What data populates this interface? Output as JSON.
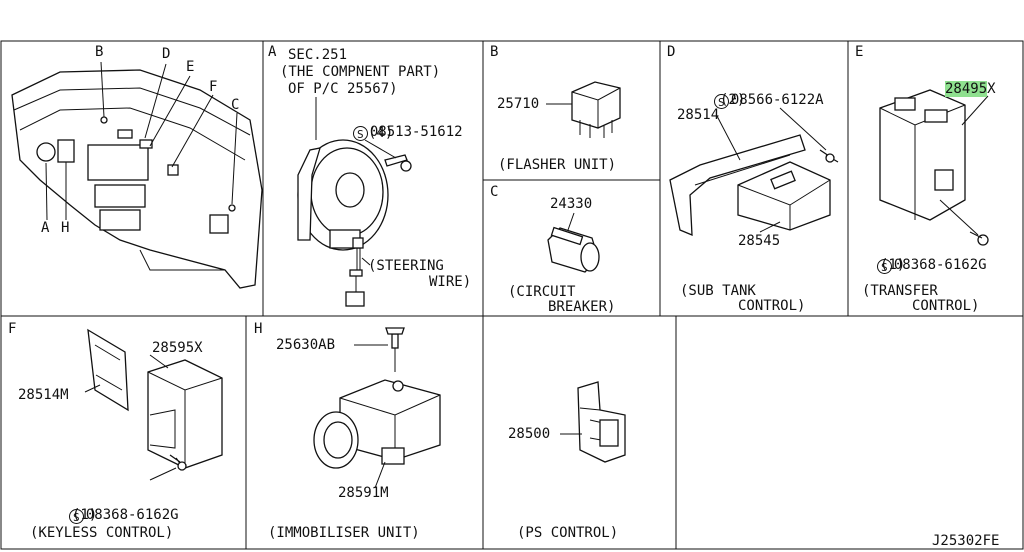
{
  "panels": {
    "overview": {
      "letters": [
        "B",
        "D",
        "E",
        "F",
        "C",
        "A",
        "H"
      ]
    },
    "a": {
      "letter": "A",
      "ref_line1": "SEC.251",
      "ref_line2": "(THE COMPNENT PART)",
      "ref_line3": "OF P/C 25567)",
      "screw_symbol": "S",
      "screw_part": "08513-51612",
      "screw_qty": "(4)",
      "caption_line1": "(STEERING",
      "caption_line2": "WIRE)"
    },
    "b": {
      "letter": "B",
      "part": "25710",
      "caption": "(FLASHER UNIT)"
    },
    "c": {
      "letter": "C",
      "part": "24330",
      "caption_line1": "(CIRCUIT",
      "caption_line2": "BREAKER)"
    },
    "d": {
      "letter": "D",
      "screw_symbol": "S",
      "screw_part": "08566-6122A",
      "screw_qty": "(2)",
      "bracket_part": "28514",
      "unit_part": "28545",
      "caption_line1": "(SUB TANK",
      "caption_line2": "CONTROL)"
    },
    "e": {
      "letter": "E",
      "part_highlight": "28495",
      "part_suffix": "X",
      "screw_symbol": "S",
      "screw_part": "08368-6162G",
      "screw_qty": "(1)",
      "caption_line1": "(TRANSFER",
      "caption_line2": "CONTROL)"
    },
    "f": {
      "letter": "F",
      "unit_part": "28595X",
      "bracket_part": "28514M",
      "screw_symbol": "S",
      "screw_part": "08368-6162G",
      "screw_qty": "(1)",
      "caption": "(KEYLESS CONTROL)"
    },
    "h": {
      "letter": "H",
      "screw_part": "25630AB",
      "unit_part": "28591M",
      "caption": "(IMMOBILISER UNIT)"
    },
    "ps": {
      "part": "28500",
      "caption": "(PS CONTROL)"
    }
  },
  "diagram_code": "J25302FE",
  "colors": {
    "highlight": "#8fe08f",
    "line": "#111111"
  }
}
